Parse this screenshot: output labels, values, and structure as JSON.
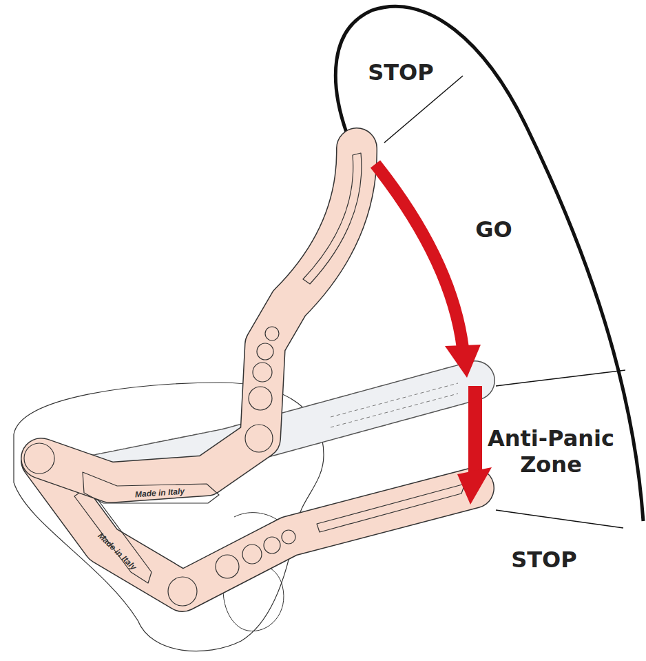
{
  "diagram": {
    "labels": [
      "STOP",
      "GO",
      "Anti-Panic Zone",
      "STOP",
      "Made in Italy",
      "Made in Italy"
    ]
  }
}
